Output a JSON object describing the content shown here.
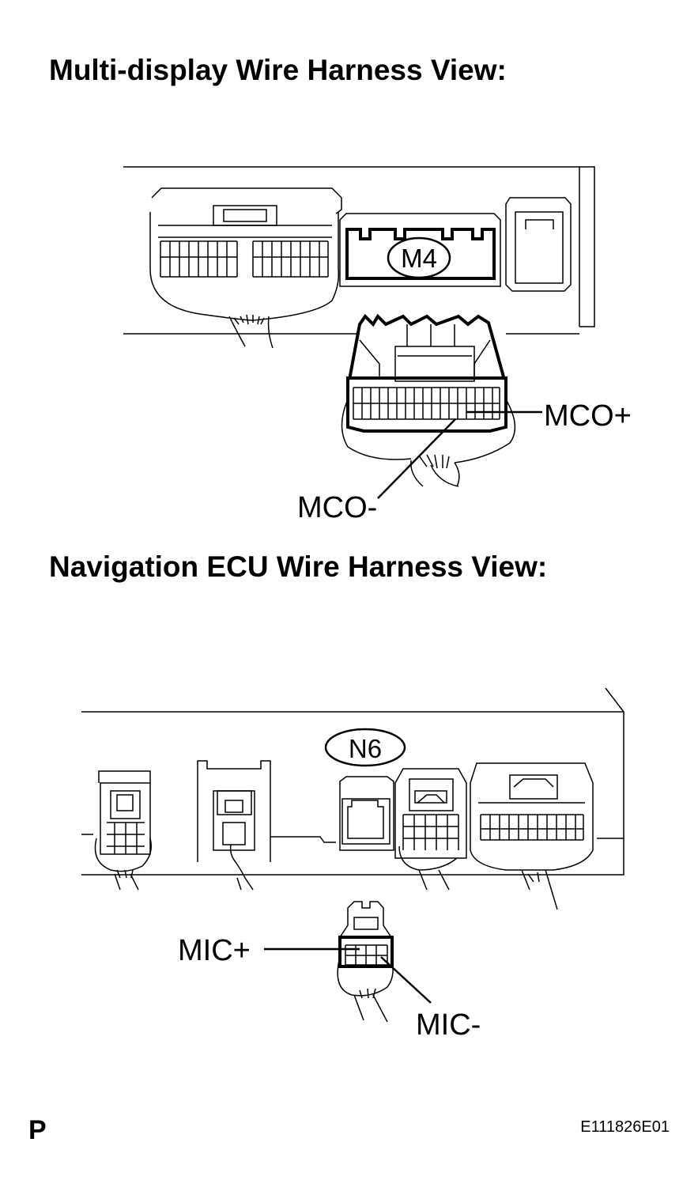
{
  "sections": [
    {
      "title": "Multi-display Wire Harness View:",
      "connector_code": "M4",
      "terminals": [
        "MCO+",
        "MCO-"
      ]
    },
    {
      "title": "Navigation ECU Wire Harness View:",
      "connector_code": "N6",
      "terminals": [
        "MIC+",
        "MIC-"
      ]
    }
  ],
  "footer": {
    "page_letter": "P",
    "figure_id": "E111826E01"
  }
}
